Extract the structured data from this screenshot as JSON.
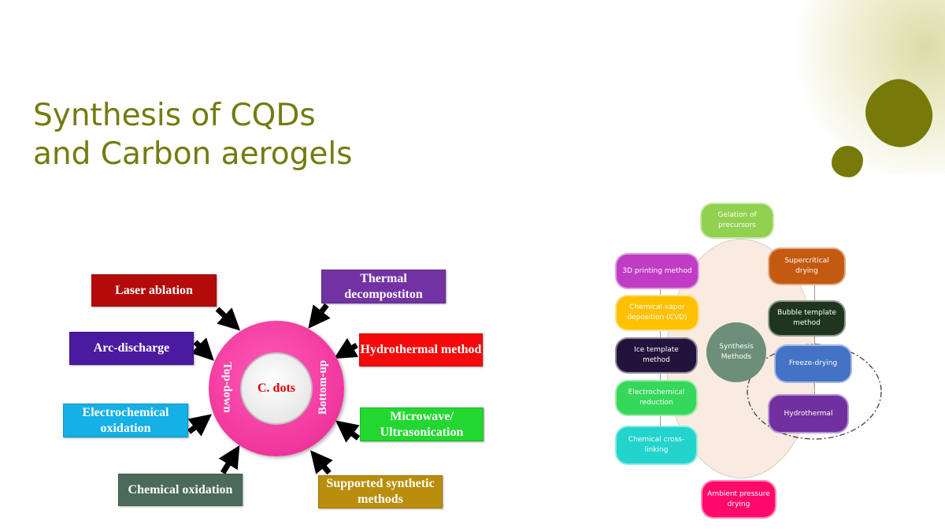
{
  "slide": {
    "title_line1": "Synthesis of CQDs",
    "title_line2": "and Carbon aerogels",
    "accent_color": "#777a08"
  },
  "cdots_diagram": {
    "center": "C. dots",
    "ring_left": "Top-down",
    "ring_right": "Bottom-up",
    "top_down_methods": [
      {
        "label": "Laser ablation",
        "color": "#b50a0a"
      },
      {
        "label": "Arc-discharge",
        "color": "#4a1aa0"
      },
      {
        "label": "Electrochemical oxidation",
        "color": "#14b0e6"
      },
      {
        "label": "Chemical oxidation",
        "color": "#4b6a5a"
      }
    ],
    "bottom_up_methods": [
      {
        "label": "Thermal decompostiton",
        "color": "#7332a4"
      },
      {
        "label": "Hydrothermal method",
        "color": "#f40a0a"
      },
      {
        "label": "Microwave/ Ultrasonication",
        "color": "#22d830"
      },
      {
        "label": "Supported synthetic methods",
        "color": "#b88e0c"
      }
    ]
  },
  "aerogel_diagram": {
    "center": "Synthesis Methods",
    "top": {
      "label": "Gelation of precursors",
      "color": "#92d050"
    },
    "bottom": {
      "label": "Ambient pressure drying",
      "color": "#ff0a6a"
    },
    "left": [
      {
        "label": "3D printing method",
        "color": "#c03cc4"
      },
      {
        "label": "Chemical vapor deposition (CVD)",
        "color": "#ffc000"
      },
      {
        "label": "Ice template method",
        "color": "#22123c"
      },
      {
        "label": "Electrochemical reduction",
        "color": "#35d85a"
      },
      {
        "label": "Chemical cross-linking",
        "color": "#22d4cc"
      }
    ],
    "right": [
      {
        "label": "Supercritical drying",
        "color": "#c45a12"
      },
      {
        "label": "Bubble template method",
        "color": "#1f351f"
      },
      {
        "label": "Freeze-drying",
        "color": "#4472c4"
      },
      {
        "label": "Hydrothermal",
        "color": "#7030a0"
      }
    ]
  }
}
